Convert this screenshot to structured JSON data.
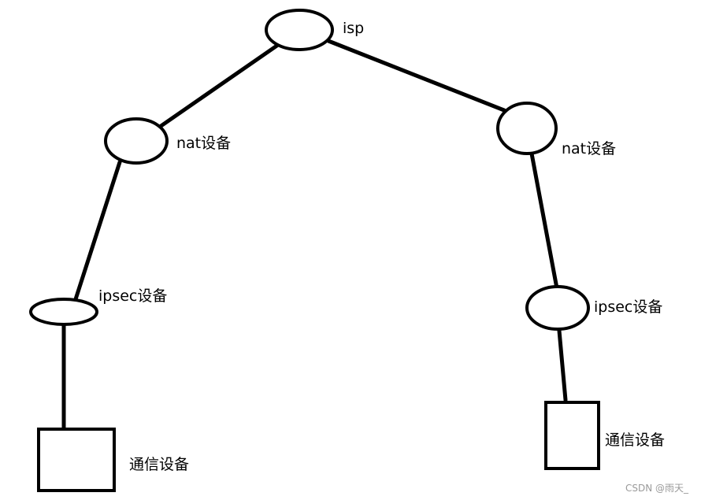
{
  "diagram": {
    "type": "network-topology",
    "nodes": [
      {
        "id": "isp",
        "label": "isp",
        "shape": "ellipse"
      },
      {
        "id": "nat-left",
        "label": "nat设备",
        "shape": "ellipse"
      },
      {
        "id": "nat-right",
        "label": "nat设备",
        "shape": "ellipse"
      },
      {
        "id": "ipsec-left",
        "label": "ipsec设备",
        "shape": "ellipse"
      },
      {
        "id": "ipsec-right",
        "label": "ipsec设备",
        "shape": "ellipse"
      },
      {
        "id": "comm-left",
        "label": "通信设备",
        "shape": "rectangle"
      },
      {
        "id": "comm-right",
        "label": "通信设备",
        "shape": "rectangle"
      }
    ],
    "edges": [
      {
        "from": "isp",
        "to": "nat-left"
      },
      {
        "from": "isp",
        "to": "nat-right"
      },
      {
        "from": "nat-left",
        "to": "ipsec-left"
      },
      {
        "from": "nat-right",
        "to": "ipsec-right"
      },
      {
        "from": "ipsec-left",
        "to": "comm-left"
      },
      {
        "from": "ipsec-right",
        "to": "comm-right"
      }
    ]
  },
  "watermark": "CSDN @雨天_",
  "colors": {
    "stroke": "#000000",
    "background": "#ffffff",
    "watermark": "#9a9a9a"
  }
}
